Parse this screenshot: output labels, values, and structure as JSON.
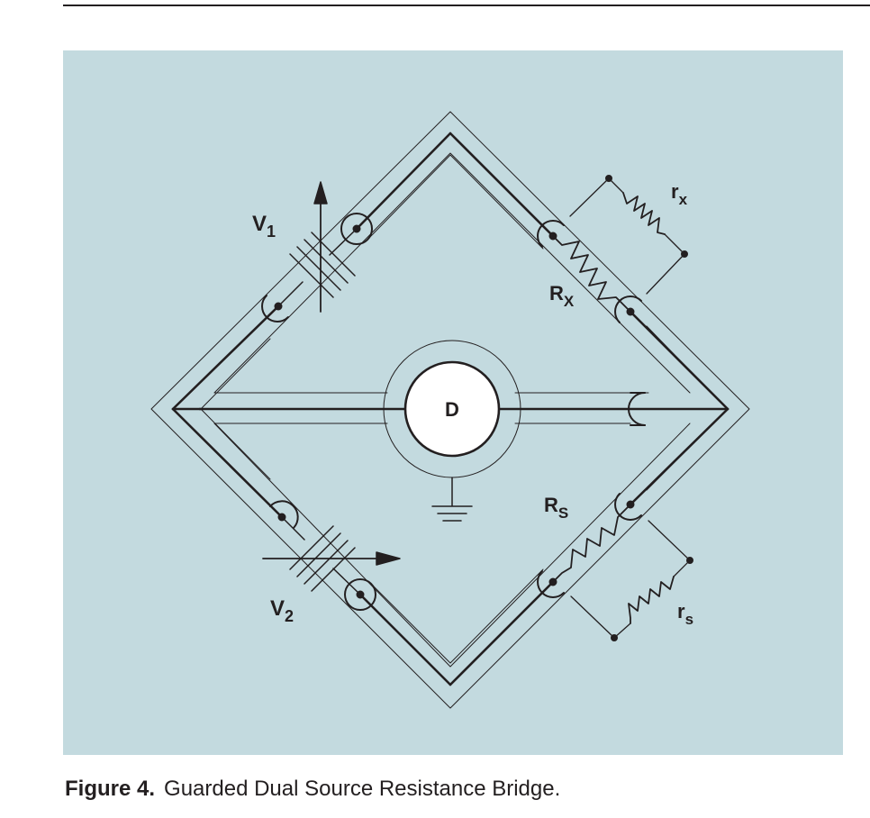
{
  "figure": {
    "number_label": "Figure 4.",
    "caption": "Guarded Dual Source Resistance Bridge."
  },
  "labels": {
    "v1_main": "V",
    "v1_sub": "1",
    "v2_main": "V",
    "v2_sub": "2",
    "rx_main": "R",
    "rx_sub": "X",
    "rs_main": "R",
    "rs_sub": "S",
    "rx_small_main": "r",
    "rx_small_sub": "x",
    "rs_small_main": "r",
    "rs_small_sub": "s",
    "detector": "D"
  },
  "colors": {
    "panel": "#c3dadf",
    "ink": "#231f20",
    "detector_fill": "#ffffff"
  }
}
